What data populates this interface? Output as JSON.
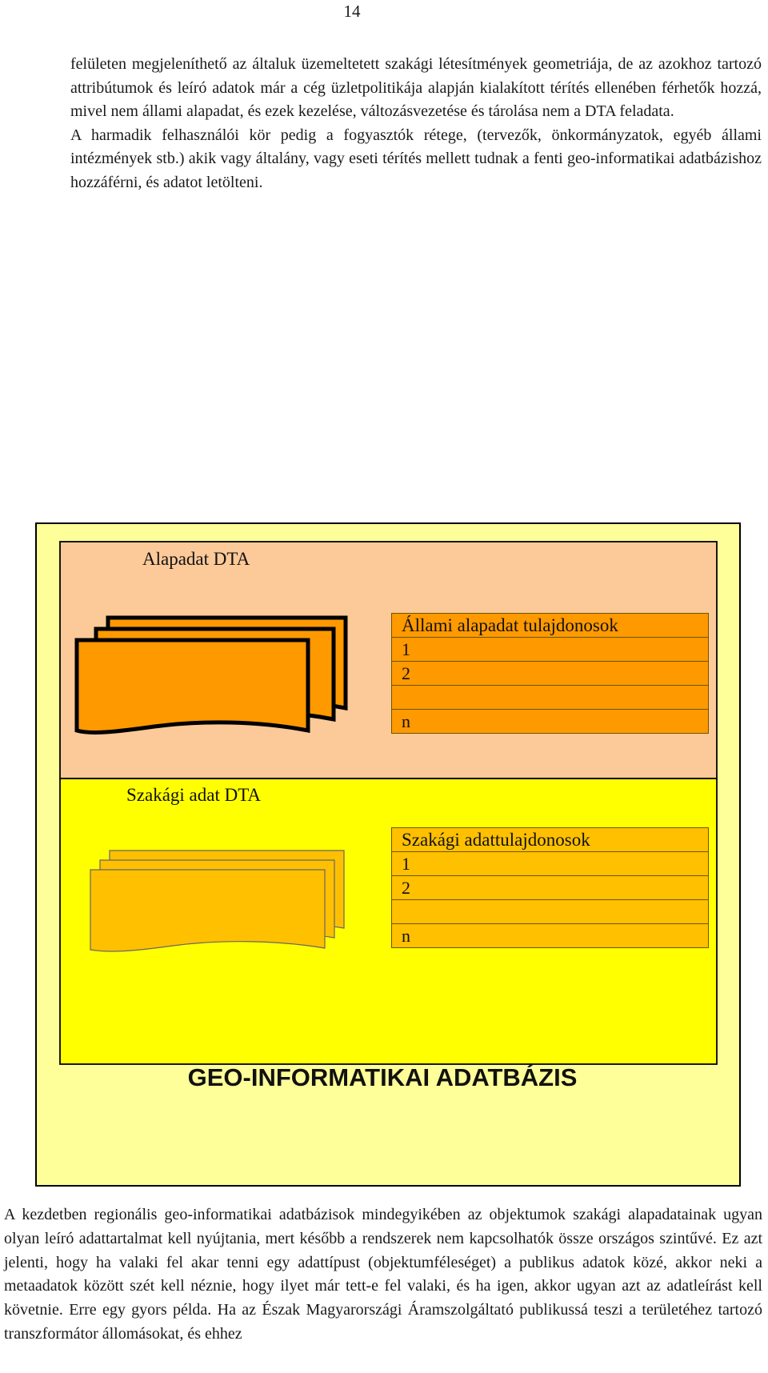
{
  "page": {
    "number": "14"
  },
  "top_text": {
    "paragraphs": [
      "felületen megjeleníthető az általuk üzemeltetett szakági létesítmények geometriája, de az azokhoz tartozó attribútumok és leíró adatok már a cég üzletpolitikája alapján kialakított térítés ellenében férhetők hozzá, mivel nem állami alapadat, és ezek kezelése, változásvezetése és tárolása nem a DTA feladata.",
      "A harmadik felhasználói kör pedig a fogyasztók rétege, (tervezők, önkormányzatok, egyéb állami intézmények stb.) akik vagy általány, vagy eseti térítés mellett tudnak a fenti geo-informatikai adatbázishoz hozzáférni, és adatot letölteni."
    ]
  },
  "diagram": {
    "alapadat_label": "Alapadat DTA",
    "szakagi_label": "Szakági adat DTA",
    "alapadat_owners": {
      "header": "Állami alapadat tulajdonosok",
      "rows": [
        "1",
        "2",
        "",
        "n"
      ]
    },
    "szakagi_owners": {
      "header": "Szakági adattulajdonosok",
      "rows": [
        "1",
        "2",
        "",
        "n"
      ]
    },
    "title": "GEO-INFORMATIKAI ADATBÁZIS",
    "colors": {
      "outer_fill": "#ffff99",
      "alapadat_fill": "#fcc999",
      "szakagi_fill": "#ffff00",
      "document_fill": "#ff9900",
      "table_fill": "#ffc000",
      "border": "#000000"
    }
  },
  "bottom_text": {
    "paragraph": "A kezdetben regionális geo-informatikai adatbázisok mindegyikében az objektumok szakági alapadatainak ugyan olyan leíró adattartalmat kell nyújtania, mert később a rendszerek nem kapcsolhatók össze országos szintűvé. Ez azt jelenti, hogy ha valaki fel akar tenni egy adattípust (objektumféleséget) a publikus adatok közé, akkor neki a metaadatok között szét kell néznie, hogy ilyet már tett-e fel valaki, és ha igen, akkor ugyan azt az adatleírást kell követnie. Erre egy gyors példa. Ha az Észak Magyarországi Áramszolgáltató publikussá teszi a területéhez tartozó transzformátor állomásokat, és ehhez"
  }
}
